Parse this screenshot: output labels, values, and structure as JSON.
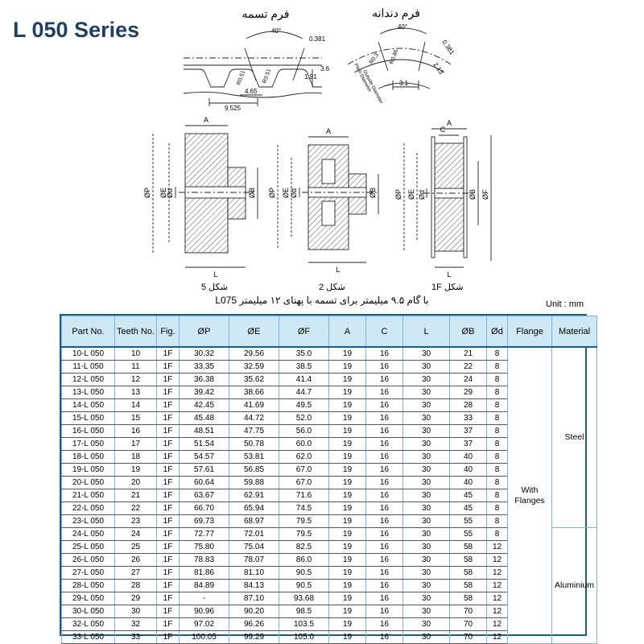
{
  "header": {
    "title": "L 050 Series"
  },
  "diagrams": {
    "belt_form_fa": "فرم تسمه",
    "tooth_form_fa": "فرم دندانه",
    "belt": {
      "angle": "40°",
      "d0381": "0.381",
      "d36": "3.6",
      "d191": "1.91",
      "r051a": "R0.51",
      "r051b": "R0.51",
      "d465": "4.65",
      "d9525": "9.525"
    },
    "tooth": {
      "angle": "40°",
      "d0381": "0.381",
      "r03": "R0.3",
      "r086": "R0.86",
      "d213": "2.13",
      "d31": "3.1",
      "pitch_diameter": "Pitch Diameter",
      "outside_diameter": "Outside Diameter"
    },
    "sections": {
      "A": "A",
      "C": "C",
      "L": "L",
      "dP": "ØP",
      "dE": "ØE",
      "dd": "Ød",
      "dB": "ØB",
      "dF": "ØF"
    },
    "fig5": "شکل 5",
    "fig2": "شکل 2",
    "fig1f": "شکل 1F",
    "caption": "L075 با گام ۹.۵ میلیمتر برای تسمه با پهنای ۱۲ میلیمتر",
    "unit": "Unit : mm"
  },
  "table": {
    "columns": [
      "Part No.",
      "Teeth No.",
      "Fig.",
      "ØP",
      "ØE",
      "ØF",
      "A",
      "C",
      "L",
      "ØB",
      "Ød",
      "Flange",
      "Material"
    ],
    "flange": "With Flanges",
    "material_steel": "Steel",
    "material_aluminium": "Aluminium",
    "rows": [
      [
        "10-L 050",
        "10",
        "1F",
        "30.32",
        "29.56",
        "35.0",
        "19",
        "16",
        "30",
        "21",
        "8"
      ],
      [
        "11-L 050",
        "11",
        "1F",
        "33.35",
        "32.59",
        "38.5",
        "19",
        "16",
        "30",
        "22",
        "8"
      ],
      [
        "12-L 050",
        "12",
        "1F",
        "36.38",
        "35.62",
        "41.4",
        "19",
        "16",
        "30",
        "24",
        "8"
      ],
      [
        "13-L 050",
        "13",
        "1F",
        "39.42",
        "38.66",
        "44.7",
        "19",
        "16",
        "30",
        "29",
        "8"
      ],
      [
        "14-L 050",
        "14",
        "1F",
        "42.45",
        "41.69",
        "49.5",
        "19",
        "16",
        "30",
        "28",
        "8"
      ],
      [
        "15-L 050",
        "15",
        "1F",
        "45.48",
        "44.72",
        "52.0",
        "19",
        "16",
        "30",
        "33",
        "8"
      ],
      [
        "16-L 050",
        "16",
        "1F",
        "48.51",
        "47.75",
        "56.0",
        "19",
        "16",
        "30",
        "37",
        "8"
      ],
      [
        "17-L 050",
        "17",
        "1F",
        "51.54",
        "50.78",
        "60.0",
        "19",
        "16",
        "30",
        "37",
        "8"
      ],
      [
        "18-L 050",
        "18",
        "1F",
        "54.57",
        "53.81",
        "62.0",
        "19",
        "16",
        "30",
        "40",
        "8"
      ],
      [
        "19-L 050",
        "19",
        "1F",
        "57.61",
        "56.85",
        "67.0",
        "19",
        "16",
        "30",
        "40",
        "8"
      ],
      [
        "20-L 050",
        "20",
        "1F",
        "60.64",
        "59.88",
        "67.0",
        "19",
        "16",
        "30",
        "40",
        "8"
      ],
      [
        "21-L 050",
        "21",
        "1F",
        "63.67",
        "62.91",
        "71.6",
        "19",
        "16",
        "30",
        "45",
        "8"
      ],
      [
        "22-L 050",
        "22",
        "1F",
        "66.70",
        "65.94",
        "74.5",
        "19",
        "16",
        "30",
        "45",
        "8"
      ],
      [
        "23-L 050",
        "23",
        "1F",
        "69.73",
        "68.97",
        "79.5",
        "19",
        "16",
        "30",
        "55",
        "8"
      ],
      [
        "24-L 050",
        "24",
        "1F",
        "72.77",
        "72.01",
        "79.5",
        "19",
        "16",
        "30",
        "55",
        "8"
      ],
      [
        "25-L 050",
        "25",
        "1F",
        "75.80",
        "75.04",
        "82.5",
        "19",
        "16",
        "30",
        "58",
        "12"
      ],
      [
        "26-L 050",
        "26",
        "1F",
        "78.83",
        "78.07",
        "86.0",
        "19",
        "16",
        "30",
        "58",
        "12"
      ],
      [
        "27-L 050",
        "27",
        "1F",
        "81.86",
        "81.10",
        "90.5",
        "19",
        "16",
        "30",
        "58",
        "12"
      ],
      [
        "28-L 050",
        "28",
        "1F",
        "84.89",
        "84.13",
        "90.5",
        "19",
        "16",
        "30",
        "58",
        "12"
      ],
      [
        "29-L 050",
        "29",
        "1F",
        "-",
        "87.10",
        "93.68",
        "19",
        "16",
        "30",
        "58",
        "12"
      ],
      [
        "30-L 050",
        "30",
        "1F",
        "90.96",
        "90.20",
        "98.5",
        "19",
        "16",
        "30",
        "70",
        "12"
      ],
      [
        "32-L 050",
        "32",
        "1F",
        "97.02",
        "96.26",
        "103.5",
        "19",
        "16",
        "30",
        "70",
        "12"
      ],
      [
        "33-L 050",
        "33",
        "1F",
        "100.05",
        "99.29",
        "105.0",
        "19",
        "16",
        "30",
        "70",
        "12"
      ]
    ]
  }
}
